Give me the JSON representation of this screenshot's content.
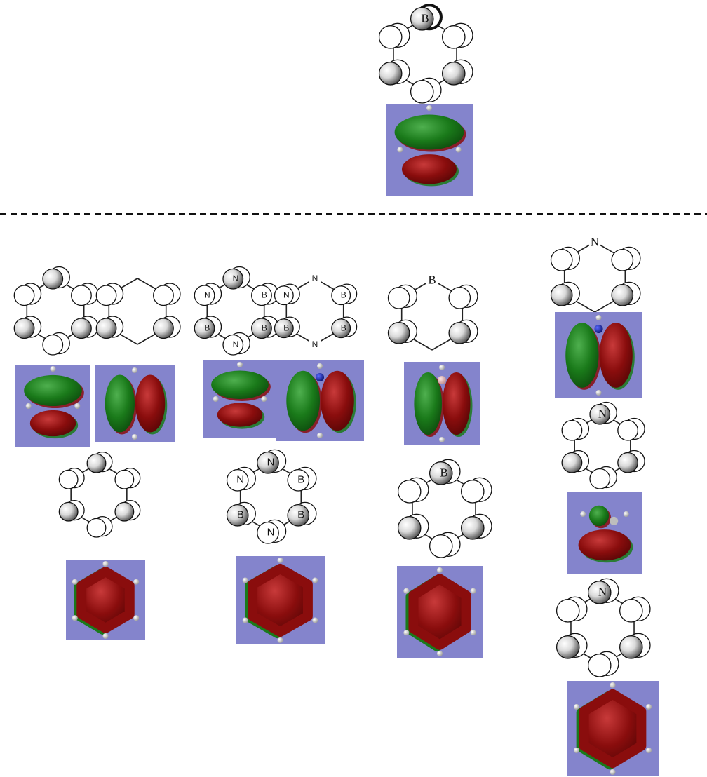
{
  "colors": {
    "panel_bg": "#8484cc",
    "lobe_green": "#1a7a1a",
    "lobe_red": "#8a0d0d",
    "nitrogen": "#1a2ab0",
    "boron": "#f0b8b8",
    "hydrogen": "#e8e8e8",
    "bond": "#222222",
    "separator": "#111111"
  },
  "diagrams": {
    "top_boron_ring": {
      "labels": [
        "B"
      ]
    },
    "benzene_a": {
      "labels": []
    },
    "benzene_b": {
      "labels": []
    },
    "borazine_a": {
      "labels": [
        "N",
        "B",
        "B",
        "N",
        "B",
        "N"
      ]
    },
    "borazine_b": {
      "labels": [
        "N",
        "B",
        "B",
        "N",
        "B",
        "N"
      ]
    },
    "boracycle_open": {
      "labels": [
        "B"
      ]
    },
    "azacycle_open": {
      "labels": [
        "N"
      ]
    },
    "benzene_full": {
      "labels": []
    },
    "borazine_full": {
      "labels": [
        "N",
        "B",
        "B",
        "N",
        "B",
        "N"
      ]
    },
    "boracycle_full": {
      "labels": [
        "B"
      ]
    },
    "azacycle_full_a": {
      "labels": [
        "N"
      ]
    },
    "azacycle_full_b": {
      "labels": [
        "N"
      ]
    }
  },
  "orbitals": {
    "top_boron": {
      "shape": "horizontal-split"
    },
    "benzene_a": {
      "shape": "horizontal-split"
    },
    "benzene_b": {
      "shape": "vertical-split"
    },
    "borazine_a": {
      "shape": "horizontal-split"
    },
    "borazine_b": {
      "shape": "vertical-split"
    },
    "boracycle": {
      "shape": "vertical-split"
    },
    "azacycle": {
      "shape": "vertical-split"
    },
    "benzene_full": {
      "shape": "single-lobe"
    },
    "borazine_full": {
      "shape": "single-lobe"
    },
    "boracycle_full": {
      "shape": "single-lobe"
    },
    "azacycle_full_a": {
      "shape": "small-top-lobe"
    },
    "azacycle_full_b": {
      "shape": "single-lobe"
    }
  }
}
